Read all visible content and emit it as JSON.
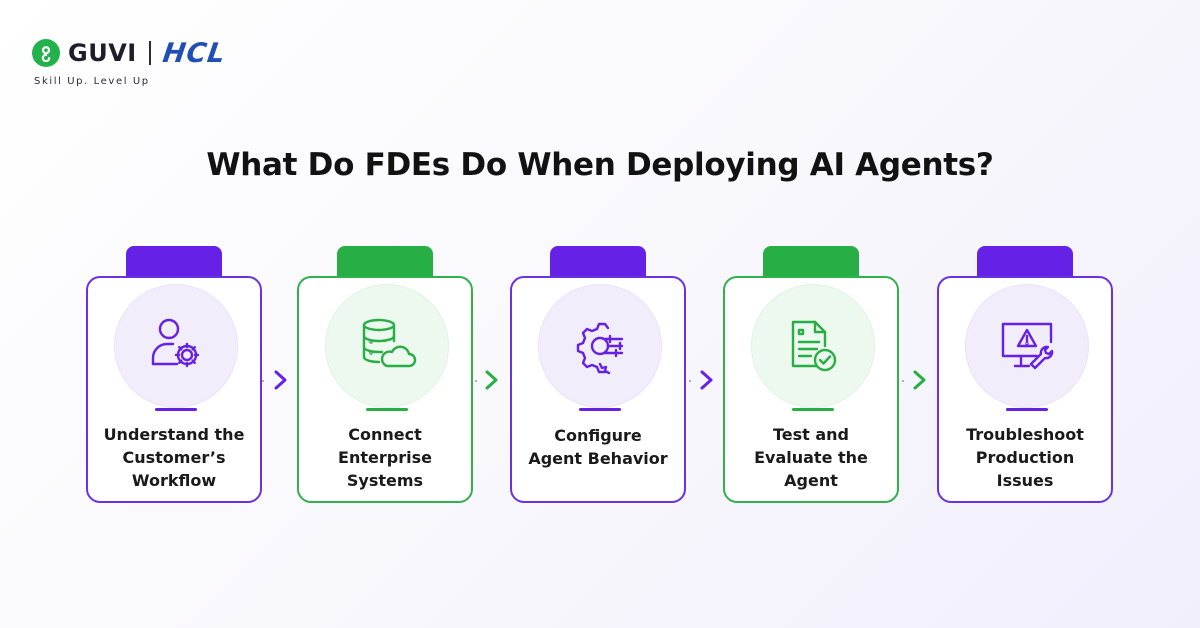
{
  "logo": {
    "brand": "GUVI",
    "partner": "HCL",
    "tagline": "Skill Up. Level Up"
  },
  "title": "What Do FDEs Do When Deploying AI Agents?",
  "colors": {
    "purple": "#6522e6",
    "green": "#27ae44"
  },
  "steps": [
    {
      "lines": [
        "Understand the",
        "Customer’s",
        "Workflow"
      ],
      "icon": "user-gear-icon",
      "color": "purple"
    },
    {
      "lines": [
        "Connect",
        "Enterprise",
        "Systems"
      ],
      "icon": "database-cloud-icon",
      "color": "green"
    },
    {
      "lines": [
        "Configure",
        "Agent Behavior"
      ],
      "icon": "gear-settings-icon",
      "color": "purple"
    },
    {
      "lines": [
        "Test and",
        "Evaluate the",
        "Agent"
      ],
      "icon": "document-check-icon",
      "color": "green"
    },
    {
      "lines": [
        "Troubleshoot",
        "Production Issues"
      ],
      "icon": "monitor-warning-wrench-icon",
      "color": "purple"
    }
  ]
}
